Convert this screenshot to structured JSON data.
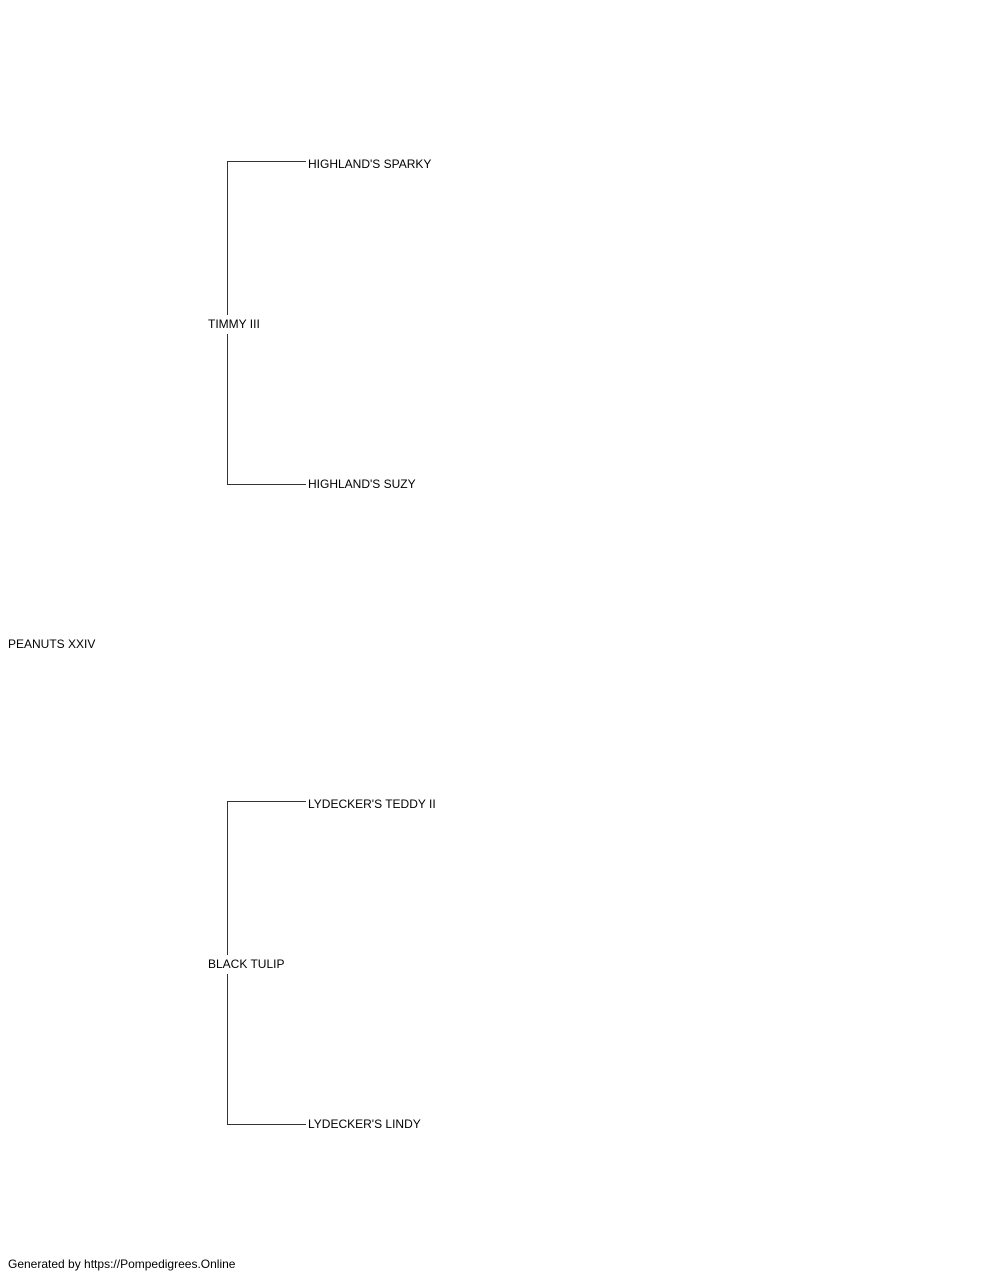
{
  "pedigree": {
    "subject": "PEANUTS XXIV",
    "sire": "TIMMY III",
    "dam": "BLACK TULIP",
    "sire_sire": "HIGHLAND'S SPARKY",
    "sire_dam": "HIGHLAND'S SUZY",
    "dam_sire": "LYDECKER'S TEDDY II",
    "dam_dam": "LYDECKER'S LINDY"
  },
  "footer": {
    "text": "Generated by https://Pompedigrees.Online"
  }
}
